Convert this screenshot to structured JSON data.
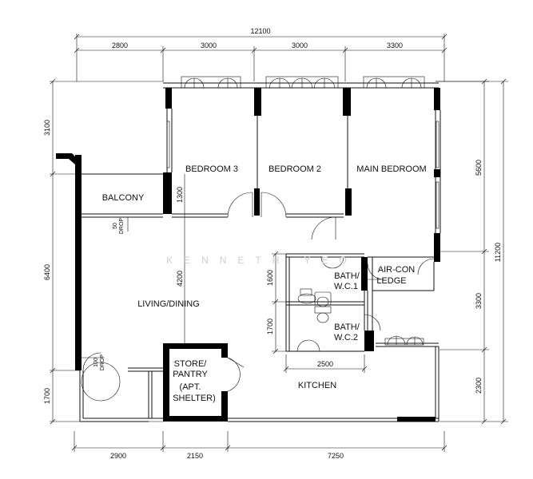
{
  "top_dims": {
    "overall": "12100",
    "segments": [
      "2800",
      "3000",
      "3000",
      "3300"
    ]
  },
  "bottom_dims": {
    "segments": [
      "2900",
      "2150",
      "7250"
    ]
  },
  "left_dims": {
    "segments": [
      "3100",
      "6400",
      "1700"
    ]
  },
  "right_dims": {
    "segments": [
      "5600",
      "3300",
      "2300"
    ],
    "overall": "11200"
  },
  "inner_dims": {
    "balcony_depth": "1300",
    "living_depth": "4200",
    "bath1": "1600",
    "bath2": "1700",
    "kitchen_width": "2500"
  },
  "rooms": {
    "bedroom3": "BEDROOM 3",
    "bedroom2": "BEDROOM 2",
    "main_bedroom": "MAIN BEDROOM",
    "balcony": "BALCONY",
    "living_dining": "LIVING/DINING",
    "bath1_line1": "BATH/",
    "bath1_line2": "W.C.1",
    "bath2_line1": "BATH/",
    "bath2_line2": "W.C.2",
    "aircon_line1": "AIR-CON",
    "aircon_line2": "LEDGE",
    "store_line1": "STORE/",
    "store_line2": "PANTRY",
    "store_line3": "(APT.",
    "store_line4": "SHELTER)",
    "kitchen": "KITCHEN"
  },
  "notes": {
    "drop50_a": "50",
    "drop50_b": "DROP",
    "drop100_a": "100",
    "drop100_b": "DROP"
  },
  "watermark": "KENNETH YEO"
}
